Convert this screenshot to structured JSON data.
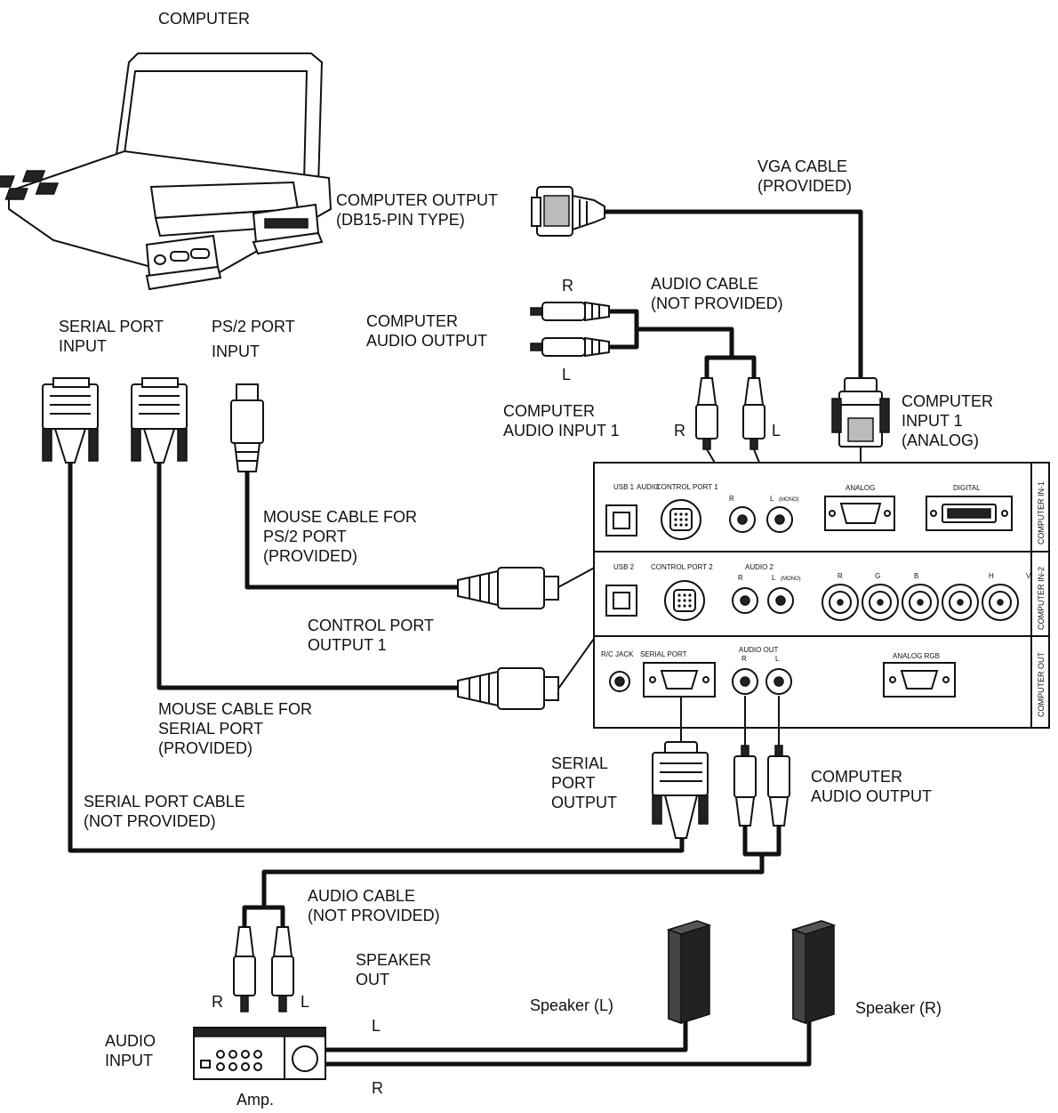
{
  "labels": {
    "computer": "COMPUTER",
    "computer_output_line1": "COMPUTER OUTPUT",
    "computer_output_line2": "(DB15-PIN TYPE)",
    "vga_cable_line1": "VGA CABLE",
    "vga_cable_line2": "(PROVIDED)",
    "r_top": "R",
    "l_top": "L",
    "audio_cable_top_line1": "AUDIO CABLE",
    "audio_cable_top_line2": "(NOT PROVIDED)",
    "computer_audio_output_top_line1": "COMPUTER",
    "computer_audio_output_top_line2": "AUDIO OUTPUT",
    "serial_port_input_line1": "SERIAL PORT",
    "serial_port_input_line2": "INPUT",
    "ps2_port_input_line1": "PS/2 PORT",
    "ps2_port_input_line2": "INPUT",
    "computer_audio_input1_line1": "COMPUTER",
    "computer_audio_input1_line2": "AUDIO INPUT 1",
    "r_mid": "R",
    "l_mid": "L",
    "computer_input1_line1": "COMPUTER",
    "computer_input1_line2": "INPUT 1",
    "computer_input1_line3": "(ANALOG)",
    "mouse_cable_ps2_line1": "MOUSE CABLE FOR",
    "mouse_cable_ps2_line2": "PS/2 PORT",
    "mouse_cable_ps2_line3": "(PROVIDED)",
    "control_port_output_line1": "CONTROL PORT",
    "control_port_output_line2": "OUTPUT 1",
    "mouse_cable_serial_line1": "MOUSE CABLE FOR",
    "mouse_cable_serial_line2": "SERIAL PORT",
    "mouse_cable_serial_line3": "(PROVIDED)",
    "serial_port_output_line1": "SERIAL",
    "serial_port_output_line2": "PORT",
    "serial_port_output_line3": "OUTPUT",
    "computer_audio_output_bottom_line1": "COMPUTER",
    "computer_audio_output_bottom_line2": "AUDIO OUTPUT",
    "serial_port_cable_line1": "SERIAL PORT CABLE",
    "serial_port_cable_line2": "(NOT PROVIDED)",
    "audio_cable_bottom_line1": "AUDIO CABLE",
    "audio_cable_bottom_line2": "(NOT PROVIDED)",
    "speaker_out_line1": "SPEAKER",
    "speaker_out_line2": "OUT",
    "r_amp": "R",
    "l_amp": "L",
    "speaker_l": "Speaker (L)",
    "speaker_r": "Speaker (R)",
    "audio_input_line1": "AUDIO",
    "audio_input_line2": "INPUT",
    "l_speaker_wire": "L",
    "r_speaker_wire": "R",
    "amp": "Amp."
  },
  "panel": {
    "row1_usb": "USB 1",
    "row1_audio": "AUDIO",
    "row1_control": "CONTROL PORT 1",
    "row1_r": "R",
    "row1_l": "L",
    "row1_mono": "(MONO)",
    "row1_analog": "ANALOG",
    "row1_digital": "DIGITAL",
    "row1_side": "COMPUTER IN-1",
    "row2_usb": "USB 2",
    "row2_control": "CONTROL PORT 2",
    "row2_audio": "AUDIO 2",
    "row2_r_small": "R",
    "row2_l_small": "L",
    "row2_mono": "(MONO)",
    "row2_r": "R",
    "row2_g": "G",
    "row2_b": "B",
    "row2_h": "H",
    "row2_v": "V",
    "row2_side": "COMPUTER IN-2",
    "row3_rc": "R/C JACK",
    "row3_serial": "SERIAL PORT",
    "row3_audio_out": "AUDIO OUT",
    "row3_r": "R",
    "row3_l": "L",
    "row3_analog_rgb": "ANALOG RGB",
    "row3_side": "COMPUTER OUT"
  }
}
